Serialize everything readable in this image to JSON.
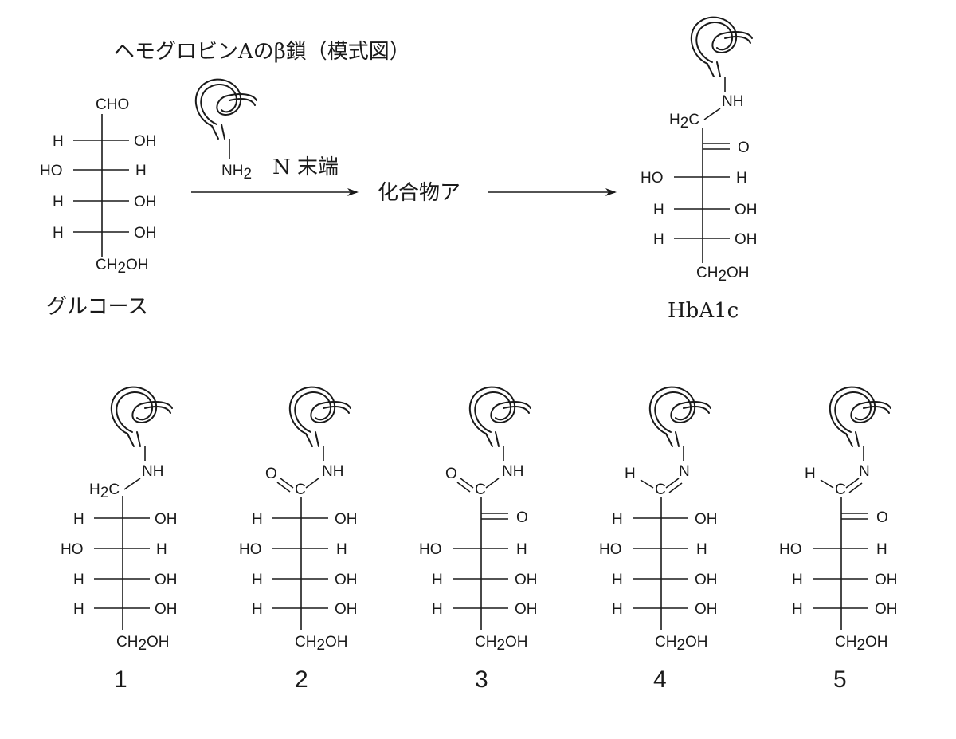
{
  "header": {
    "title": "ヘモグロビンAのβ鎖（模式図）"
  },
  "labels": {
    "glucose": "グルコース",
    "hba1c": "HbA1c",
    "n_terminal": "N 末端",
    "compound": "化合物ア"
  },
  "atoms": {
    "CHO": "CHO",
    "H": "H",
    "OH": "OH",
    "HO": "HO",
    "CH": "CH",
    "CH2OH_tail": "OH",
    "NH": "NH",
    "NH2": "NH",
    "sub2": "2",
    "H2C_H": "H",
    "H2C_C": "C",
    "O": "O",
    "C": "C",
    "N": "N"
  },
  "options": [
    "1",
    "2",
    "3",
    "4",
    "5"
  ]
}
